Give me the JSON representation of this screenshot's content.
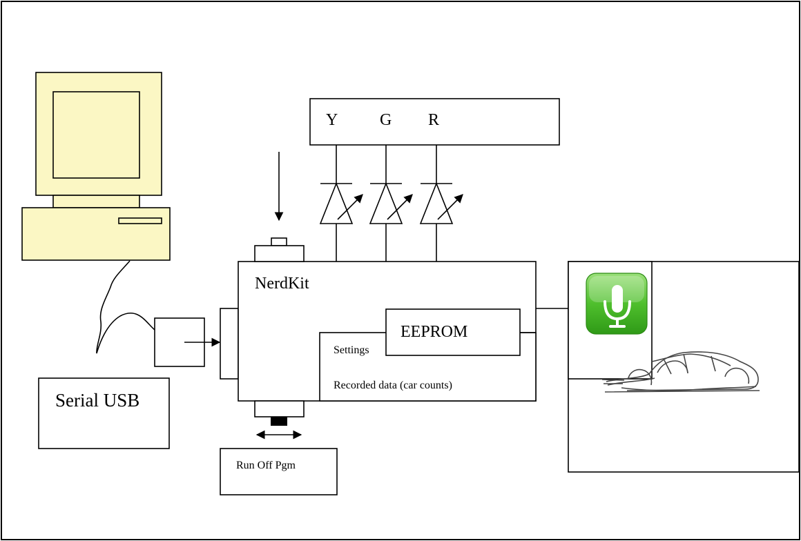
{
  "labels": {
    "led_y": "Y",
    "led_g": "G",
    "led_r": "R",
    "nerdkit": "NerdKit",
    "eeprom": "EEPROM",
    "settings": "Settings",
    "recorded": "Recorded data (car counts)",
    "serial": "Serial USB",
    "switch_modes": "Run  Off  Pgm"
  },
  "icons": {
    "computer": "computer-icon",
    "microphone": "microphone-icon",
    "car": "car-sketch-icon",
    "led": "led-diode-icon"
  },
  "colors": {
    "computer_fill": "#fbf7c4",
    "mic_green": "#46b92a"
  }
}
